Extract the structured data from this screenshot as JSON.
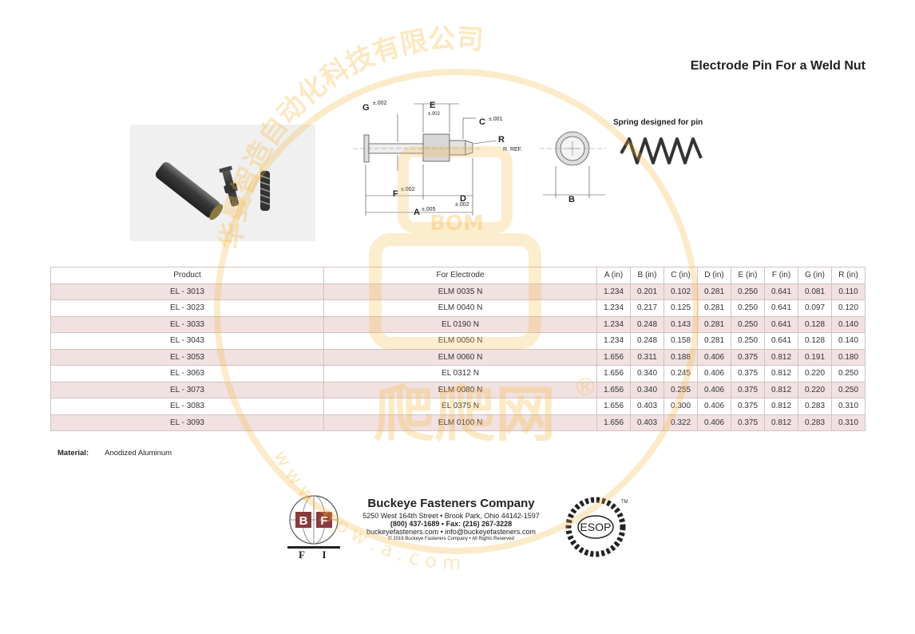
{
  "header": {
    "title": "Electrode Pin For a Weld Nut"
  },
  "photo": {
    "icon": "electrode-pin-photo"
  },
  "diagram": {
    "labels": {
      "g": "G",
      "g_tol": "±.002",
      "e": "E",
      "e_tol": "±.002",
      "c": "C",
      "c_tol": "±.001",
      "r": "R",
      "r_ref": "R. REF.",
      "f": "F",
      "f_tol": "±.002",
      "d": "D",
      "d_tol": "±.002",
      "a": "A",
      "a_tol": "±.005",
      "b": "B",
      "spring": "Spring designed for pin"
    }
  },
  "table": {
    "headers": [
      "Product",
      "For Electrode",
      "A (in)",
      "B (in)",
      "C (in)",
      "D (in)",
      "E (in)",
      "F (in)",
      "G (in)",
      "R (in)"
    ],
    "rows": [
      [
        "EL - 3013",
        "ELM 0035 N",
        "1.234",
        "0.201",
        "0.102",
        "0.281",
        "0.250",
        "0.641",
        "0.081",
        "0.110"
      ],
      [
        "EL - 3023",
        "ELM 0040 N",
        "1.234",
        "0.217",
        "0.125",
        "0.281",
        "0.250",
        "0.641",
        "0.097",
        "0.120"
      ],
      [
        "EL - 3033",
        "EL 0190 N",
        "1.234",
        "0.248",
        "0.143",
        "0.281",
        "0.250",
        "0.641",
        "0.128",
        "0.140"
      ],
      [
        "EL - 3043",
        "ELM 0050 N",
        "1.234",
        "0.248",
        "0.158",
        "0.281",
        "0.250",
        "0.641",
        "0.128",
        "0.140"
      ],
      [
        "EL - 3053",
        "ELM 0060 N",
        "1.656",
        "0.311",
        "0.188",
        "0.406",
        "0.375",
        "0.812",
        "0.191",
        "0.180"
      ],
      [
        "EL - 3063",
        "EL 0312 N",
        "1.656",
        "0.340",
        "0.245",
        "0.406",
        "0.375",
        "0.812",
        "0.220",
        "0.250"
      ],
      [
        "EL - 3073",
        "ELM 0080 N",
        "1.656",
        "0.340",
        "0.255",
        "0.406",
        "0.375",
        "0.812",
        "0.220",
        "0.250"
      ],
      [
        "EL - 3083",
        "EL 0375 N",
        "1.656",
        "0.403",
        "0.300",
        "0.406",
        "0.375",
        "0.812",
        "0.283",
        "0.310"
      ],
      [
        "EL - 3093",
        "ELM 0100 N",
        "1.656",
        "0.403",
        "0.322",
        "0.406",
        "0.375",
        "0.812",
        "0.283",
        "0.310"
      ]
    ]
  },
  "material": {
    "label": "Material:",
    "value": "Anodized Aluminum"
  },
  "footer": {
    "logo_letters": [
      "B",
      "F",
      "F",
      "I"
    ],
    "company": "Buckeye Fasteners Company",
    "address": "5250 West 164th Street • Brook Park, Ohio 44142-1597",
    "phone": "(800) 437-1689 • Fax: (216) 267-3228",
    "web": "buckeyefasteners.com • info@buckeyefasteners.com",
    "copyright": "© 2019 Buckeye Fasteners Company • All Rights Reserved",
    "esop_text": "ESOP",
    "esop_tm": "TM"
  },
  "watermark": {
    "arc_text": "华曼智造自动化科技有限公司",
    "center_text": "BOM",
    "lower_text": "爬爬网",
    "reg": "®",
    "url_text": "w w w . p p w . a . c o m"
  },
  "colors": {
    "row_shade": "#f2e1e1",
    "border": "#d2c2c2",
    "watermark": "#f5b841"
  }
}
